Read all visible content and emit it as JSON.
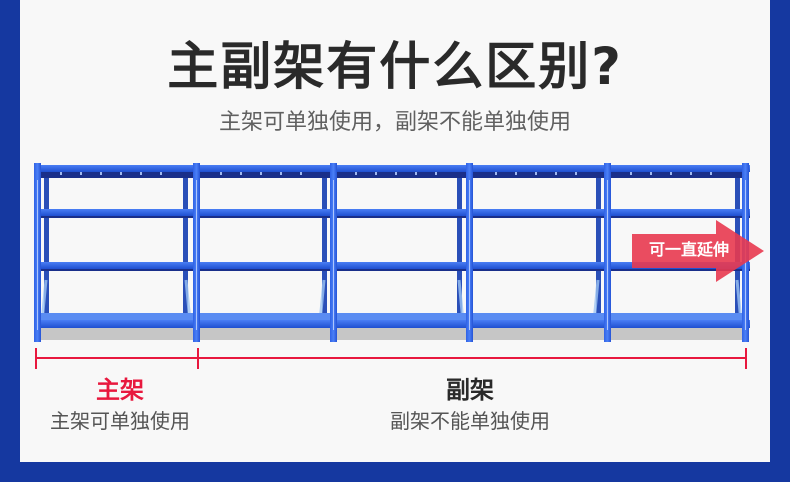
{
  "header": {
    "title": "主副架有什么区别?",
    "subtitle": "主架可单独使用，副架不能单独使用"
  },
  "illustration": {
    "subject": "blue-steel-storage-rack-row",
    "bays": 5,
    "shelf_levels": 4,
    "rack_color": "#2b5fe0",
    "arrow": {
      "label": "可一直延伸",
      "color": "#e8384f",
      "direction": "right"
    }
  },
  "legend": {
    "main": {
      "label": "主架",
      "description": "主架可单独使用",
      "color": "#e8183e"
    },
    "sub": {
      "label": "副架",
      "description": "副架不能单独使用",
      "color": "#2a2a2a"
    }
  },
  "colors": {
    "frame": "#1538a0",
    "background": "#f8f8f8",
    "accent_red": "#e8183e"
  }
}
